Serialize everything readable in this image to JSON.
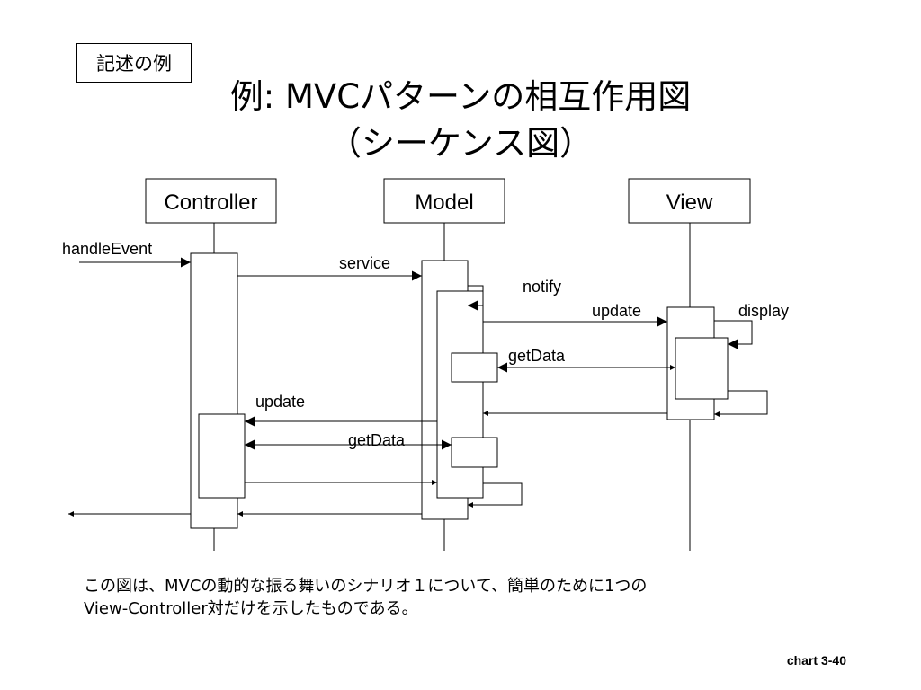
{
  "slide": {
    "tag": "記述の例",
    "title_line1": "例: MVCパターンの相互作用図",
    "title_line2": "（シーケンス図）",
    "caption_line1": "この図は、MVCの動的な振る舞いのシナリオ１について、簡単のために1つの",
    "caption_line2": "View-Controller対だけを示したものである。",
    "chart_number": "chart 3-40"
  },
  "diagram": {
    "objects": {
      "controller": "Controller",
      "model": "Model",
      "view": "View"
    },
    "messages": {
      "handle_event": "handleEvent",
      "service": "service",
      "notify": "notify",
      "update_view": "update",
      "display": "display",
      "get_data_view": "getData",
      "update_controller": "update",
      "get_data_controller": "getData"
    }
  }
}
